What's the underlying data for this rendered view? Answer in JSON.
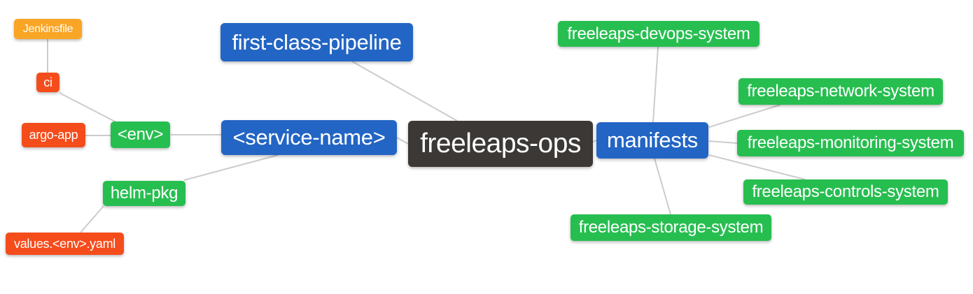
{
  "diagram": {
    "type": "mindmap",
    "background": "#ffffff",
    "edge_color": "#cccccc",
    "levels": {
      "root": {
        "color": "#3B3836",
        "text_color": "#ffffff"
      },
      "level2": {
        "color": "#2365C4",
        "text_color": "#ffffff"
      },
      "level3": {
        "color": "#27BE50",
        "text_color": "#ffffff"
      },
      "level4": {
        "color": "#F54C1C",
        "text_color": "#ffffff"
      },
      "level5": {
        "color": "#F9A525",
        "text_color": "#ffffff"
      }
    },
    "nodes": {
      "root": {
        "label": "freeleaps-ops"
      },
      "first_class_pipeline": {
        "label": "first-class-pipeline"
      },
      "service_name": {
        "label": "<service-name>"
      },
      "manifests": {
        "label": "manifests"
      },
      "env": {
        "label": "<env>"
      },
      "helm_pkg": {
        "label": "helm-pkg"
      },
      "ci": {
        "label": "ci"
      },
      "argo_app": {
        "label": "argo-app"
      },
      "jenkinsfile": {
        "label": "Jenkinsfile"
      },
      "values_env_yaml": {
        "label": "values.<env>.yaml"
      },
      "devops_system": {
        "label": "freeleaps-devops-system"
      },
      "network_system": {
        "label": "freeleaps-network-system"
      },
      "monitoring_system": {
        "label": "freeleaps-monitoring-system"
      },
      "controls_system": {
        "label": "freeleaps-controls-system"
      },
      "storage_system": {
        "label": "freeleaps-storage-system"
      }
    },
    "edges": [
      {
        "from": "root",
        "to": "first_class_pipeline"
      },
      {
        "from": "root",
        "to": "service_name"
      },
      {
        "from": "root",
        "to": "manifests"
      },
      {
        "from": "service_name",
        "to": "env"
      },
      {
        "from": "service_name",
        "to": "helm_pkg"
      },
      {
        "from": "env",
        "to": "ci"
      },
      {
        "from": "env",
        "to": "argo_app"
      },
      {
        "from": "ci",
        "to": "jenkinsfile"
      },
      {
        "from": "helm_pkg",
        "to": "values_env_yaml"
      },
      {
        "from": "manifests",
        "to": "devops_system"
      },
      {
        "from": "manifests",
        "to": "network_system"
      },
      {
        "from": "manifests",
        "to": "monitoring_system"
      },
      {
        "from": "manifests",
        "to": "controls_system"
      },
      {
        "from": "manifests",
        "to": "storage_system"
      }
    ]
  }
}
